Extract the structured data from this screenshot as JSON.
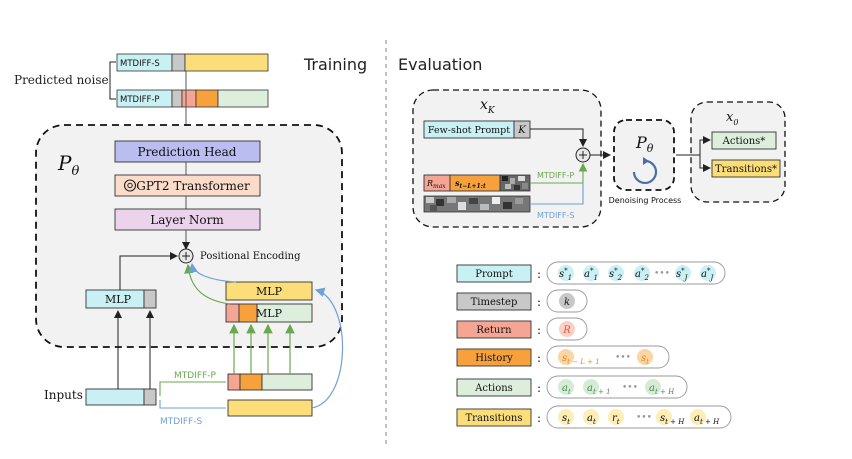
{
  "sections": {
    "training": "Training",
    "evaluation": "Evaluation"
  },
  "training": {
    "predicted_noise": "Predicted noise",
    "mtd_s_label": "MTDIFF-S",
    "mtd_p_label": "MTDIFF-P",
    "p_theta": "P",
    "p_theta_sub": "θ",
    "prediction_head": "Prediction Head",
    "gpt2_transformer": "GPT2 Transformer",
    "layer_norm": "Layer Norm",
    "positional_encoding": "Positional Encoding",
    "mlp": "MLP",
    "inputs": "Inputs",
    "mtd_p_input": "MTDIFF-P",
    "mtd_s_input": "MTDIFF-S"
  },
  "evaluation": {
    "x_k": "x",
    "x_k_sub": "K",
    "few_shot_prompt": "Few-shot Prompt",
    "k_box": "K",
    "r_max": "R",
    "r_max_sub": "max",
    "s_seq": "s",
    "s_seq_sub": "t−L+1:t",
    "mtd_p": "MTDIFF-P",
    "mtd_s": "MTDIFF-S",
    "p_theta": "P",
    "p_theta_sub": "θ",
    "denoising_process": "Denoising Process",
    "x_0": "x",
    "x_0_sub": "0",
    "actions_star": "Actions*",
    "transitions_star": "Transitions*"
  },
  "legend": [
    {
      "label": "Prompt",
      "color": "#c9f0f3"
    },
    {
      "label": "Timestep",
      "color": "#c8c8c8"
    },
    {
      "label": "Return",
      "color": "#f5a593"
    },
    {
      "label": "History",
      "color": "#f7a13c"
    },
    {
      "label": "Actions",
      "color": "#ddeedd"
    },
    {
      "label": "Transitions",
      "color": "#fbde7a"
    }
  ],
  "colors": {
    "prompt": "#c9f0f3",
    "timestep": "#c8c8c8",
    "return": "#f5a593",
    "history": "#f7a13c",
    "actions": "#ddeedd",
    "transitions": "#fbde7a",
    "prediction_head": "#b9bdf0",
    "gpt2": "#fbdccb",
    "layer_norm": "#ecd3ec",
    "mtd_p_color": "#6aa84f",
    "mtd_s_color": "#6fa0d8"
  }
}
